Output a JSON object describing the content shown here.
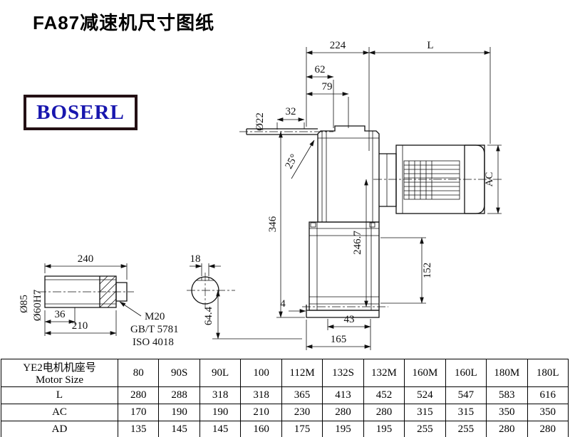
{
  "page": {
    "title": "FA87减速机尺寸图纸",
    "logo_text": "BOSERL"
  },
  "drawing": {
    "top": {
      "dim_224": "224",
      "dim_L": "L",
      "dim_62": "62",
      "dim_79": "79",
      "dim_32": "32",
      "dia_22": "Ø22",
      "angle_25": "25°"
    },
    "main": {
      "dim_346": "346",
      "dim_246_7": "246.7",
      "dim_AC": "AC",
      "dim_152": "152",
      "dim_4": "4",
      "dim_43": "43",
      "dim_165": "165"
    },
    "shaft": {
      "dim_240": "240",
      "dim_36": "36",
      "dim_210": "210",
      "dia_85": "Ø85",
      "dia_60": "Ø60H7",
      "thread_label": "M20",
      "standard_gb": "GB/T 5781",
      "standard_iso": "ISO 4018"
    },
    "section": {
      "dim_18": "18",
      "dim_64_4": "64.4"
    }
  },
  "table": {
    "header": {
      "label_cn": "YE2电机机座号",
      "label_en": "Motor Size",
      "sizes": [
        "80",
        "90S",
        "90L",
        "100",
        "112M",
        "132S",
        "132M",
        "160M",
        "160L",
        "180M",
        "180L"
      ]
    },
    "rows": [
      {
        "label": "L",
        "values": [
          "280",
          "288",
          "318",
          "318",
          "365",
          "413",
          "452",
          "524",
          "547",
          "583",
          "616"
        ]
      },
      {
        "label": "AC",
        "values": [
          "170",
          "190",
          "190",
          "210",
          "230",
          "280",
          "280",
          "315",
          "315",
          "350",
          "350"
        ]
      },
      {
        "label": "AD",
        "values": [
          "135",
          "145",
          "145",
          "160",
          "175",
          "195",
          "195",
          "255",
          "255",
          "280",
          "280"
        ]
      }
    ]
  }
}
